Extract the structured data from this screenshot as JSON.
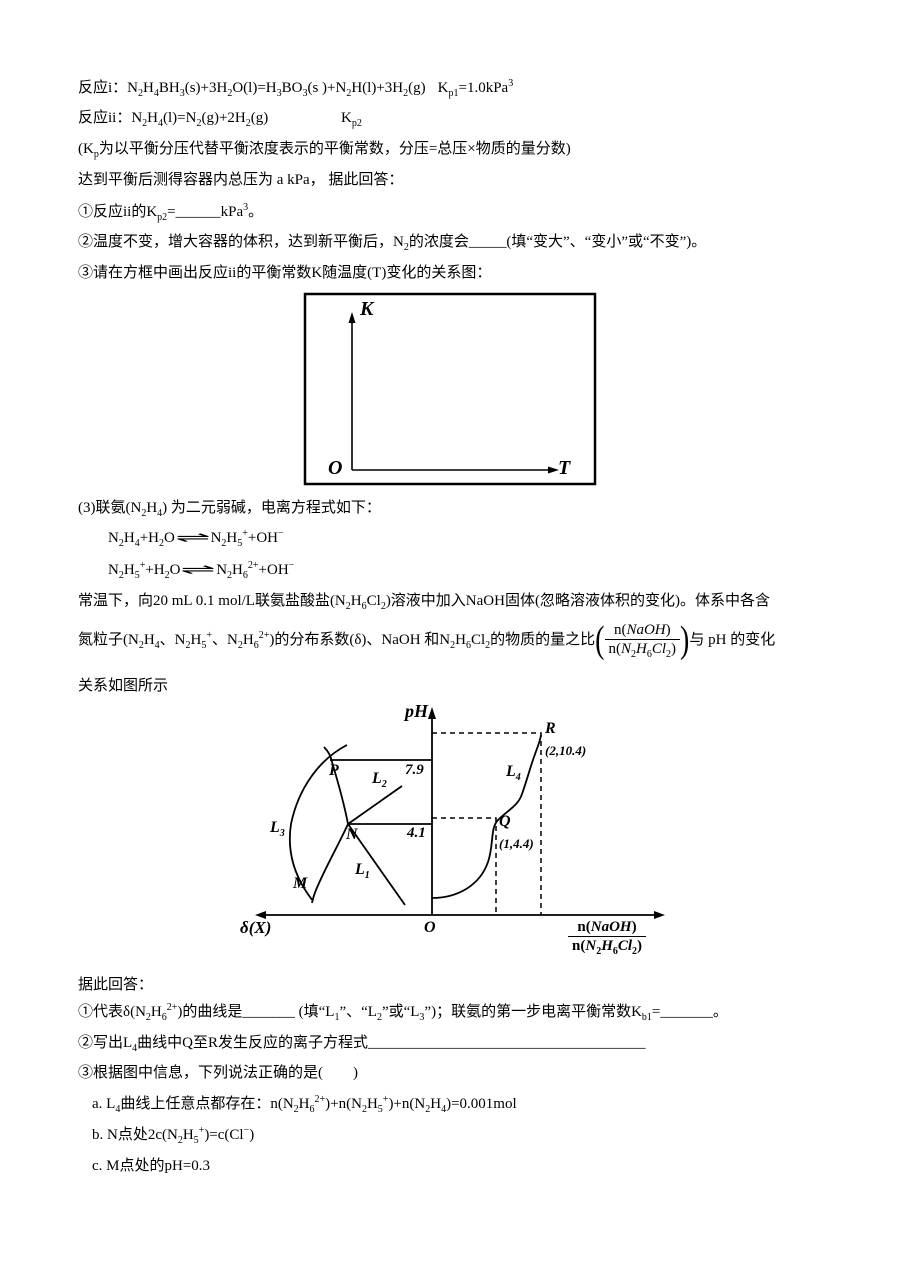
{
  "reaction_i": {
    "equation": [
      "反应i：N",
      {
        "sub": "2"
      },
      "H",
      {
        "sub": "4"
      },
      "BH",
      {
        "sub": "3"
      },
      "(s)+3H",
      {
        "sub": "2"
      },
      "O(l)=H",
      {
        "sub": "3"
      },
      "BO",
      {
        "sub": "3"
      },
      "(s )+N",
      {
        "sub": "2"
      },
      "H(l)+3H",
      {
        "sub": "2"
      },
      "(g)"
    ],
    "constant": [
      "K",
      {
        "sub": "p1"
      },
      "=1.0kPa",
      {
        "sup": "3"
      }
    ]
  },
  "reaction_ii": {
    "equation": [
      "反应ii：N",
      {
        "sub": "2"
      },
      "H",
      {
        "sub": "4"
      },
      "(l)=N",
      {
        "sub": "2"
      },
      "(g)+2H",
      {
        "sub": "2"
      },
      "(g)"
    ],
    "constant": [
      "K",
      {
        "sub": "p2"
      }
    ]
  },
  "kp_note": [
    "(K",
    {
      "sub": "p"
    },
    "为以平衡分压代替平衡浓度表示的平衡常数，分压=总压×物质的量分数)"
  ],
  "condition": [
    "达到平衡后测得容器内总压为 a kPa， 据此回答："
  ],
  "question_1": [
    "①反应ii的K",
    {
      "sub": "p2"
    },
    "=______kPa",
    {
      "sup": "3"
    },
    "。"
  ],
  "question_2": [
    "②温度不变，增大容器的体积，达到新平衡后，N",
    {
      "sub": "2"
    },
    "的浓度会_____(填“变大”、“变小”或“不变”)。"
  ],
  "question_3": [
    "③请在方框中画出反应ii的平衡常数K随温度(T)变化的关系图："
  ],
  "kt_box": {
    "y_axis": "K",
    "origin": "O",
    "x_axis": "T"
  },
  "part_3_intro": [
    "(3)联氨(N",
    {
      "sub": "2"
    },
    "H",
    {
      "sub": "4"
    },
    ") 为二元弱碱，电离方程式如下："
  ],
  "ionization_1": [
    "N",
    {
      "sub": "2"
    },
    "H",
    {
      "sub": "4"
    },
    "+H",
    {
      "sub": "2"
    },
    "O",
    {
      "arrow": "⇌"
    },
    "N",
    {
      "sub": "2"
    },
    "H",
    {
      "sub": "5"
    },
    {
      "sup": "+"
    },
    "+OH",
    {
      "sup": "−"
    }
  ],
  "ionization_2": [
    "N",
    {
      "sub": "2"
    },
    "H",
    {
      "sub": "5"
    },
    {
      "sup": "+"
    },
    "+H",
    {
      "sub": "2"
    },
    "O",
    {
      "arrow": "⇌"
    },
    "N",
    {
      "sub": "2"
    },
    "H",
    {
      "sub": "6"
    },
    {
      "sup": "2+"
    },
    "+OH",
    {
      "sup": "−"
    }
  ],
  "experiment_1": [
    "常温下，向20 mL 0.1 mol/L联氨盐酸盐(N",
    {
      "sub": "2"
    },
    "H",
    {
      "sub": "6"
    },
    "Cl",
    {
      "sub": "2"
    },
    ")溶液中加入NaOH固体(忽略溶液体积的变化)。体系中各含"
  ],
  "experiment_2": [
    "氮粒子(N",
    {
      "sub": "2"
    },
    "H",
    {
      "sub": "4"
    },
    "、N",
    {
      "sub": "2"
    },
    "H",
    {
      "sub": "5"
    },
    {
      "sup": "+"
    },
    "、N",
    {
      "sub": "2"
    },
    "H",
    {
      "sub": "6"
    },
    {
      "sup": "2+"
    },
    ")的分布系数(δ)、NaOH 和N",
    {
      "sub": "2"
    },
    "H",
    {
      "sub": "6"
    },
    "Cl",
    {
      "sub": "2"
    },
    "的物质的量之比",
    {
      "bigp": "("
    },
    {
      "frac": {
        "num": [
          "n(",
          {
            "it": "NaOH"
          },
          ")"
        ],
        "den": [
          "n(",
          {
            "it": "N"
          },
          {
            "sub": "2"
          },
          {
            "it": "H"
          },
          {
            "sub": "6"
          },
          {
            "it": "Cl"
          },
          {
            "sub": "2"
          },
          ")"
        ]
      }
    },
    {
      "bigp": ")"
    },
    "与 pH 的变化"
  ],
  "experiment_3": [
    "关系如图所示"
  ],
  "graph": {
    "y_axis": "pH",
    "x_axis_left": "δ(X)",
    "origin": "O",
    "x_axis_right": {
      "num": [
        "n(",
        {
          "it": "NaOH"
        },
        ")"
      ],
      "den": [
        "n(",
        {
          "it": "N"
        },
        {
          "sub": "2"
        },
        {
          "it": "H"
        },
        {
          "sub": "6"
        },
        {
          "it": "Cl"
        },
        {
          "sub": "2"
        },
        ")"
      ]
    },
    "ph_value_p": "7.9",
    "ph_value_n": "4.1",
    "point_p": "P",
    "point_n": "N",
    "point_m": "M",
    "point_q": "Q",
    "point_q_coords": "(1,4.4)",
    "point_r": "R",
    "point_r_coords": "(2,10.4)",
    "curve_l1": [
      "L",
      {
        "sub": "1"
      }
    ],
    "curve_l2": [
      "L",
      {
        "sub": "2"
      }
    ],
    "curve_l3": [
      "L",
      {
        "sub": "3"
      }
    ],
    "curve_l4": [
      "L",
      {
        "sub": "4"
      }
    ]
  },
  "answer_intro": [
    "据此回答："
  ],
  "answer_1": [
    "①代表δ(N",
    {
      "sub": "2"
    },
    "H",
    {
      "sub": "6"
    },
    {
      "sup": "2+"
    },
    ")的曲线是_______ (填“L",
    {
      "sub": "1"
    },
    "”、“L",
    {
      "sub": "2"
    },
    "”或“L",
    {
      "sub": "3"
    },
    "”)；联氨的第一步电离平衡常数K",
    {
      "sub": "b1"
    },
    "=_______。"
  ],
  "answer_2": [
    "②写出L",
    {
      "sub": "4"
    },
    "曲线中Q至R发生反应的离子方程式_____________________________________"
  ],
  "answer_3": [
    "③根据图中信息，下列说法正确的是(        )"
  ],
  "option_a": [
    "a. L",
    {
      "sub": "4"
    },
    "曲线上任意点都存在：n(N",
    {
      "sub": "2"
    },
    "H",
    {
      "sub": "6"
    },
    {
      "sup": "2+"
    },
    ")+n(N",
    {
      "sub": "2"
    },
    "H",
    {
      "sub": "5"
    },
    {
      "sup": "+"
    },
    ")+n(N",
    {
      "sub": "2"
    },
    "H",
    {
      "sub": "4"
    },
    ")=0.001mol"
  ],
  "option_b": [
    "b. N点处2c(N",
    {
      "sub": "2"
    },
    "H",
    {
      "sub": "5"
    },
    {
      "sup": "+"
    },
    ")=c(Cl",
    {
      "sup": "−"
    },
    ")"
  ],
  "option_c": [
    "c. M点处的pH=0.3"
  ]
}
